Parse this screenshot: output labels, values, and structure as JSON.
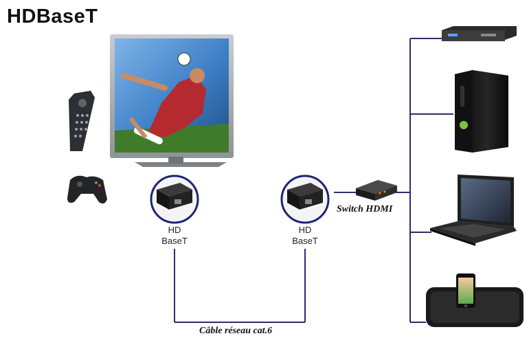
{
  "title": "HDBaseT",
  "nodes": {
    "extender_left": {
      "line1": "HD",
      "line2": "BaseT"
    },
    "extender_right": {
      "line1": "HD",
      "line2": "BaseT"
    }
  },
  "labels": {
    "switch": "Switch HDMI",
    "cable": "Câble réseau cat.6"
  },
  "colors": {
    "line": "#2a2d6e",
    "ring": "#1d2370",
    "ring_fill": "#f4f4f4"
  },
  "devices": [
    "tv",
    "remote-control",
    "game-controller",
    "set-top-box",
    "game-console",
    "laptop",
    "iphone-dock-speaker"
  ]
}
